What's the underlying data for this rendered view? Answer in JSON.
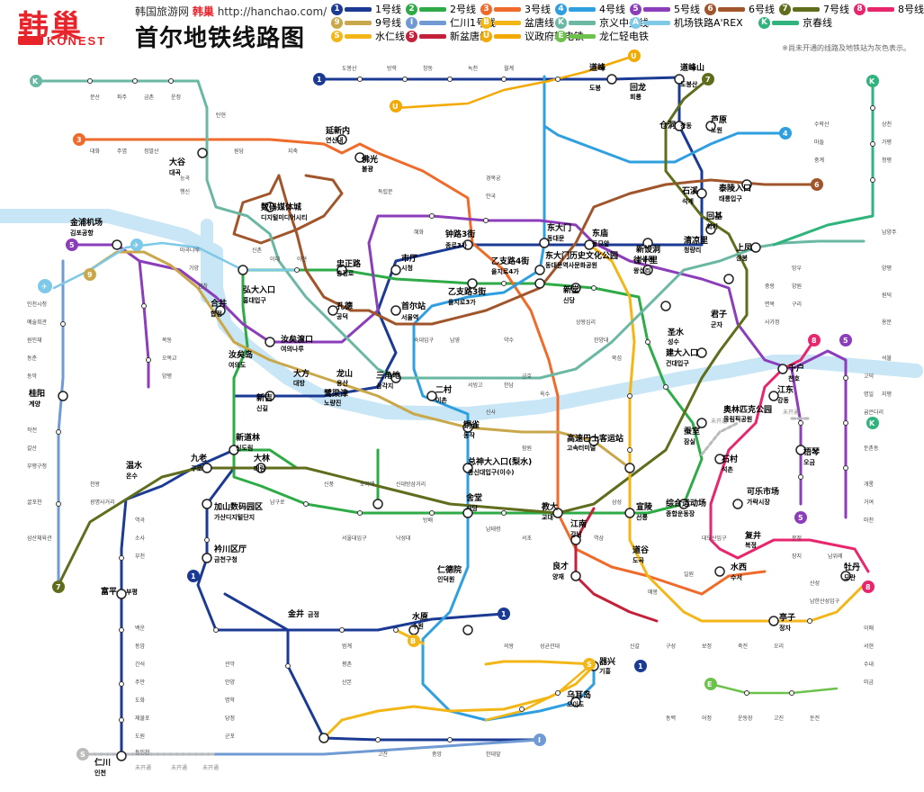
{
  "header": {
    "logo_cn": "韩巢",
    "logo_en": "KONEST",
    "site_text": "韩国旅游网",
    "brand": "韩巢",
    "url": "http://hanchao.com/",
    "title": "首尔地铁线路图",
    "note": "※尚未开通的线路及地铁站为灰色表示。"
  },
  "legend": [
    {
      "badge": "1",
      "label": "1号线",
      "color": "#1b3a94"
    },
    {
      "badge": "2",
      "label": "2号线",
      "color": "#2eab47"
    },
    {
      "badge": "3",
      "label": "3号线",
      "color": "#ee6b2b"
    },
    {
      "badge": "4",
      "label": "4号线",
      "color": "#2f9fe0"
    },
    {
      "badge": "5",
      "label": "5号线",
      "color": "#8b3dba"
    },
    {
      "badge": "6",
      "label": "6号线",
      "color": "#a1552b"
    },
    {
      "badge": "7",
      "label": "7号线",
      "color": "#5f6d1c"
    },
    {
      "badge": "8",
      "label": "8号线",
      "color": "#e8266e"
    },
    {
      "badge": "9",
      "label": "9号线",
      "color": "#c8a84a"
    },
    {
      "badge": "I",
      "label": "仁川1号线",
      "color": "#6f9ad3"
    },
    {
      "badge": "B",
      "label": "盆唐线",
      "color": "#f2b616"
    },
    {
      "badge": "K",
      "label": "京义中央线",
      "color": "#6ab7a4"
    },
    {
      "badge": "A",
      "label": "机场铁路A'REX",
      "color": "#7ec8e8"
    },
    {
      "badge": "K",
      "label": "京春线",
      "color": "#30b37c"
    },
    {
      "badge": "S",
      "label": "水仁线",
      "color": "#f2b616"
    },
    {
      "badge": "S",
      "label": "新盆唐线",
      "color": "#c4203a"
    },
    {
      "badge": "U",
      "label": "议政府轻电铁",
      "color": "#f2a900"
    },
    {
      "badge": "E",
      "label": "龙仁轻电铁",
      "color": "#6cc24a"
    }
  ],
  "map": {
    "hubs": [
      {
        "cn": "首尔站",
        "ko": "서울역"
      },
      {
        "cn": "钟路3街",
        "ko": "종로3가"
      },
      {
        "cn": "东大门",
        "ko": "동대문"
      },
      {
        "cn": "东庙",
        "ko": "동묘앞"
      },
      {
        "cn": "乙支路3街",
        "ko": "을지로3가"
      },
      {
        "cn": "乙支路4街",
        "ko": "을지로4가"
      },
      {
        "cn": "东大门历史文化公园",
        "ko": "동대문역사문화공원"
      },
      {
        "cn": "忠正路",
        "ko": "충정로"
      },
      {
        "cn": "市厅",
        "ko": "시청"
      },
      {
        "cn": "弘大入口",
        "ko": "홍대입구"
      },
      {
        "cn": "合井",
        "ko": "합정"
      },
      {
        "cn": "孔德",
        "ko": "공덕"
      },
      {
        "cn": "数码媒体城",
        "ko": "디지털미디어시티"
      },
      {
        "cn": "大谷",
        "ko": "대곡"
      },
      {
        "cn": "金浦机场",
        "ko": "김포공항"
      },
      {
        "cn": "桂阳",
        "ko": "계양"
      },
      {
        "cn": "汝矣岛",
        "ko": "여의도"
      },
      {
        "cn": "新吉",
        "ko": "신길"
      },
      {
        "cn": "新道林",
        "ko": "신도림"
      },
      {
        "cn": "九老",
        "ko": "구로"
      },
      {
        "cn": "大林",
        "ko": "대림"
      },
      {
        "cn": "加山数码园区",
        "ko": "가산디지털단지"
      },
      {
        "cn": "衿川区厅",
        "ko": "금천구청"
      },
      {
        "cn": "富平",
        "ko": "부평"
      },
      {
        "cn": "仁川",
        "ko": "인천"
      },
      {
        "cn": "三角地",
        "ko": "삼각지"
      },
      {
        "cn": "二村",
        "ko": "이촌"
      },
      {
        "cn": "铜雀",
        "ko": "동작"
      },
      {
        "cn": "总神大入口(梨水)",
        "ko": "총신대입구(이수)"
      },
      {
        "cn": "舍堂",
        "ko": "사당"
      },
      {
        "cn": "教大",
        "ko": "교대"
      },
      {
        "cn": "江南",
        "ko": "강남"
      },
      {
        "cn": "高速巴士客运站",
        "ko": "고속터미널"
      },
      {
        "cn": "往十里",
        "ko": "왕십리"
      },
      {
        "cn": "新堂",
        "ko": "신당"
      },
      {
        "cn": "建大入口",
        "ko": "건대입구"
      },
      {
        "cn": "蚕室",
        "ko": "잠실"
      },
      {
        "cn": "石村",
        "ko": "석촌"
      },
      {
        "cn": "可乐市场",
        "ko": "가락시장"
      },
      {
        "cn": "综合运动场",
        "ko": "종합운동장"
      },
      {
        "cn": "宣陵",
        "ko": "선릉"
      },
      {
        "cn": "道谷",
        "ko": "도곡"
      },
      {
        "cn": "良才",
        "ko": "양재"
      },
      {
        "cn": "水西",
        "ko": "수서"
      },
      {
        "cn": "亭子",
        "ko": "정자"
      },
      {
        "cn": "牡丹",
        "ko": "모란"
      },
      {
        "cn": "千户",
        "ko": "천호"
      },
      {
        "cn": "江东",
        "ko": "강동"
      },
      {
        "cn": "梧琴",
        "ko": "오금"
      },
      {
        "cn": "君子",
        "ko": "군자"
      },
      {
        "cn": "上凤",
        "ko": "상봉"
      },
      {
        "cn": "回基",
        "ko": "회기"
      },
      {
        "cn": "石溪",
        "ko": "석계"
      },
      {
        "cn": "泰陵入口",
        "ko": "태릉입구"
      },
      {
        "cn": "芦原",
        "ko": "노원"
      },
      {
        "cn": "仓洞",
        "ko": "창동"
      },
      {
        "cn": "道峰山",
        "ko": "도봉산"
      },
      {
        "cn": "道峰",
        "ko": "도봉"
      },
      {
        "cn": "回龙",
        "ko": "회룡"
      },
      {
        "cn": "延新内",
        "ko": "연신내"
      },
      {
        "cn": "佛光",
        "ko": "불광"
      },
      {
        "cn": "金井",
        "ko": "금정"
      },
      {
        "cn": "水原",
        "ko": "수원"
      },
      {
        "cn": "器兴",
        "ko": "기흥"
      },
      {
        "cn": "乌耳岛",
        "ko": "오이도"
      },
      {
        "cn": "温水",
        "ko": "온수"
      },
      {
        "cn": "大方",
        "ko": "대방"
      },
      {
        "cn": "鹭梁津",
        "ko": "노량진"
      },
      {
        "cn": "龙山",
        "ko": "용산"
      },
      {
        "cn": "汝矣渡口",
        "ko": "여의나루"
      },
      {
        "cn": "新设洞",
        "ko": "신설동"
      },
      {
        "cn": "圣水",
        "ko": "성수"
      },
      {
        "cn": "清凉里",
        "ko": "청량리"
      },
      {
        "cn": "奥林匹克公园",
        "ko": "올림픽공원"
      },
      {
        "cn": "复井",
        "ko": "복정"
      },
      {
        "cn": "仁德院",
        "ko": "인덕원"
      }
    ]
  }
}
